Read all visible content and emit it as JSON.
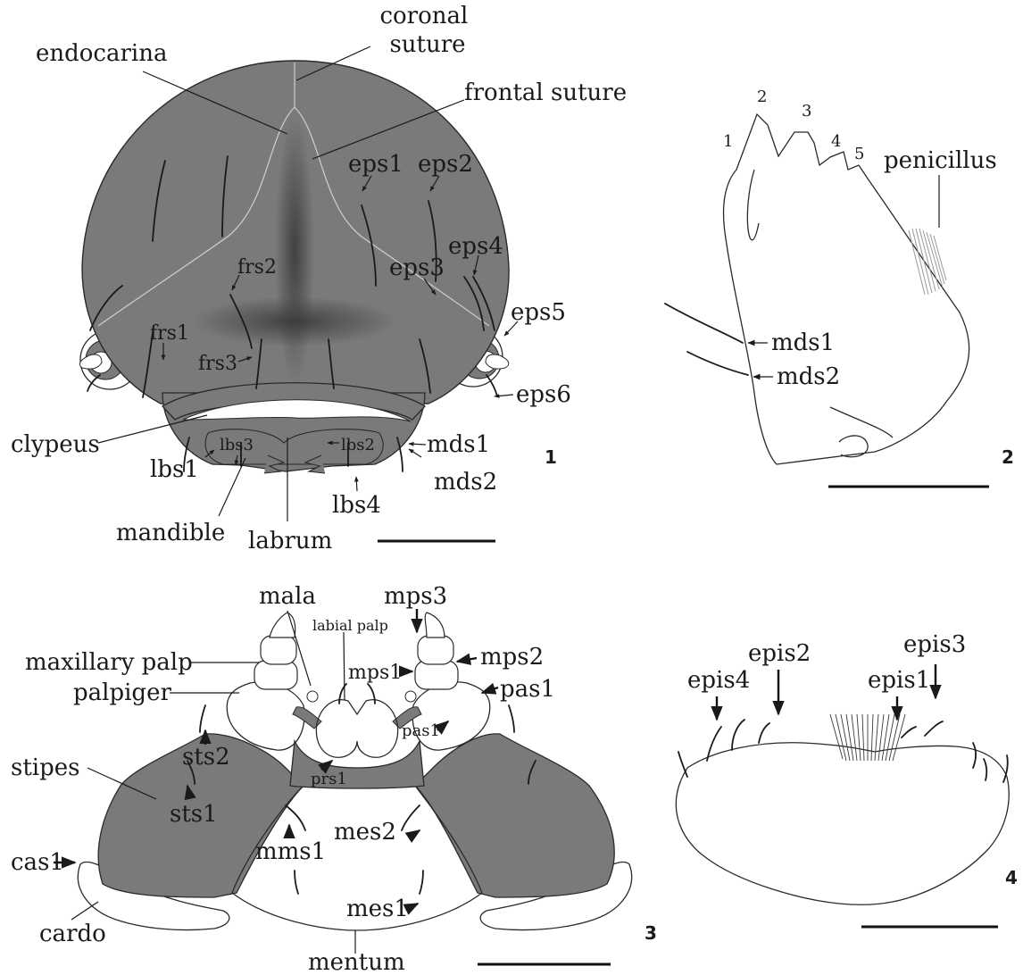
{
  "figure1": {
    "number": "1",
    "labels": {
      "coronal_suture": [
        "coronal",
        "suture"
      ],
      "endocarina": "endocarina",
      "frontal_suture": "frontal suture",
      "eps1": "eps1",
      "eps2": "eps2",
      "eps3": "eps3",
      "eps4": "eps4",
      "eps5": "eps5",
      "eps6": "eps6",
      "frs1": "frs1",
      "frs2": "frs2",
      "frs3": "frs3",
      "clypeus": "clypeus",
      "lbs1": "lbs1",
      "lbs2": "lbs2",
      "lbs3": "lbs3",
      "lbs4": "lbs4",
      "mds1": "mds1",
      "mds2": "mds2",
      "mandible": "mandible",
      "labrum": "labrum"
    }
  },
  "figure2": {
    "number": "2",
    "teeth": [
      "1",
      "2",
      "3",
      "4",
      "5"
    ],
    "labels": {
      "penicillus": "penicillus",
      "mds1": "mds1",
      "mds2": "mds2"
    }
  },
  "figure3": {
    "number": "3",
    "labels": {
      "mala": "mala",
      "mps3": "mps3",
      "labial_palp": "labial palp",
      "maxillary_palp": "maxillary palp",
      "mps2": "mps2",
      "mps1": "mps1",
      "palpiger": "palpiger",
      "pas1_outer": "pas1",
      "pas1_inner": "pas1",
      "sts2": "sts2",
      "stipes": "stipes",
      "sts1": "sts1",
      "prs1": "prs1",
      "mes2": "mes2",
      "mms1": "mms1",
      "cas1": "cas1",
      "cardo": "cardo",
      "mes1": "mes1",
      "mentum": "mentum"
    }
  },
  "figure4": {
    "number": "4",
    "labels": {
      "epis4": "epis4",
      "epis2": "epis2",
      "epis1": "epis1",
      "epis3": "epis3"
    }
  },
  "colors": {
    "sclerite": "#7a7a7a",
    "outline": "#2a2a2a",
    "text": "#1a1a1a",
    "paper": "#ffffff"
  }
}
